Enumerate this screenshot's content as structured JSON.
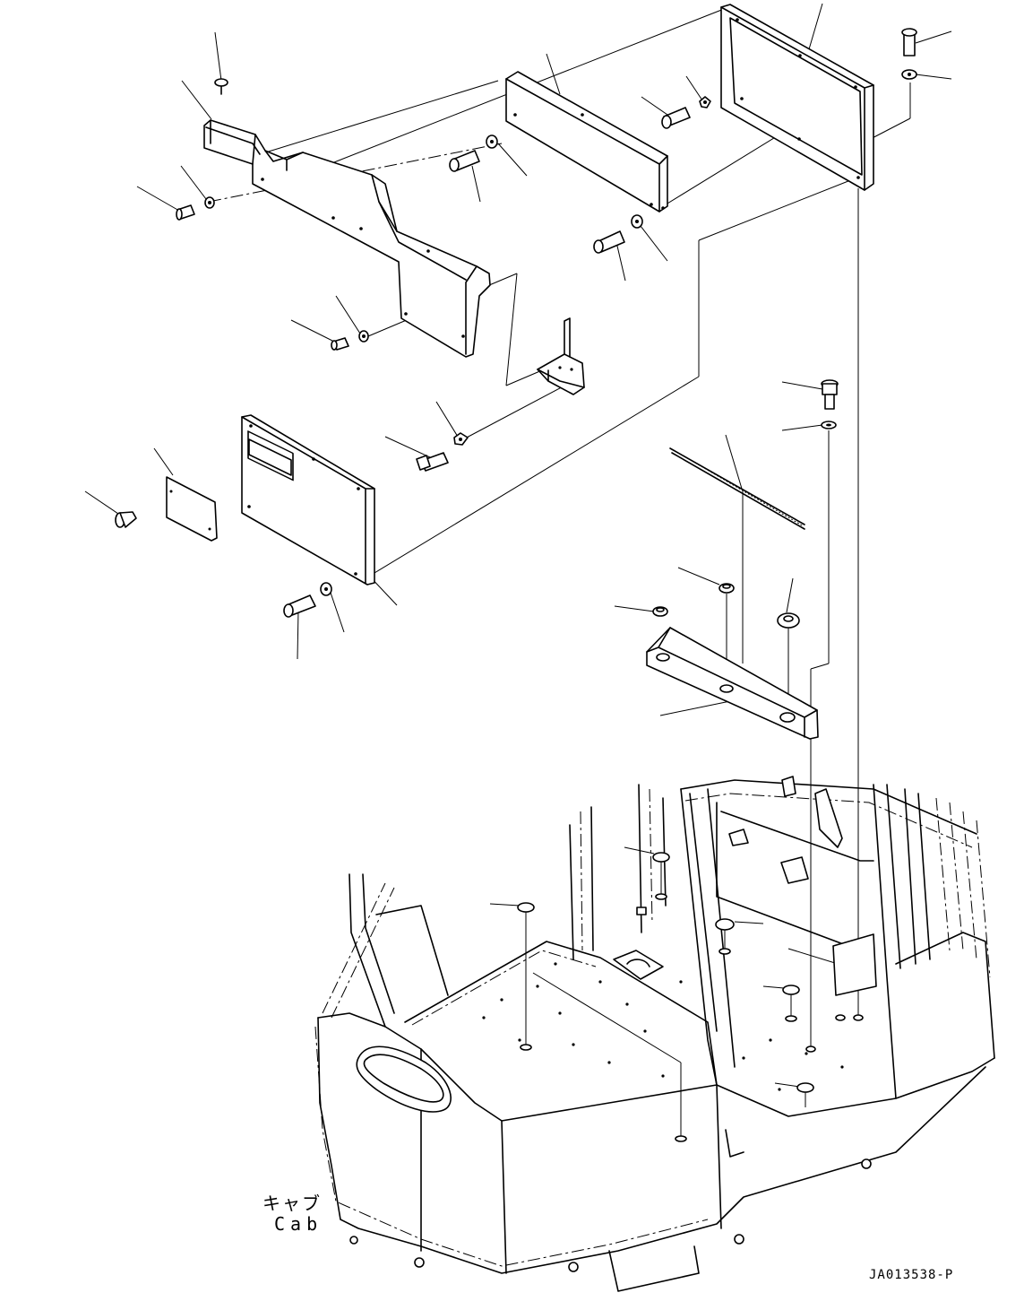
{
  "cab_label_jp": "キャブ",
  "cab_label_en": "Cab",
  "drawing_number": "JA013538-P"
}
